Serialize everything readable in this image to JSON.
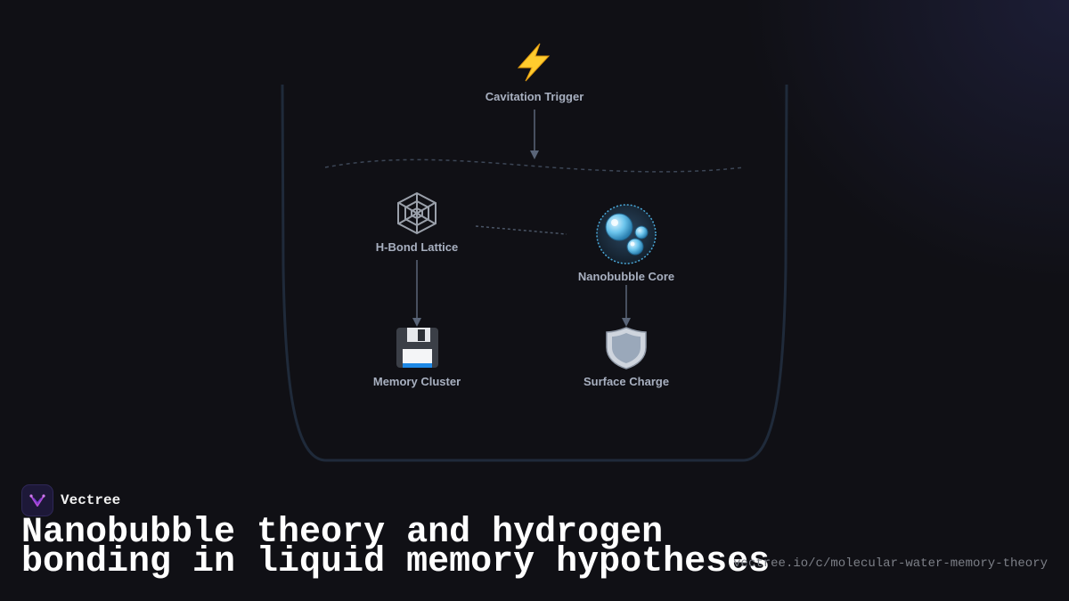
{
  "diagram": {
    "nodes": [
      {
        "id": "cavitation",
        "label": "Cavitation Trigger",
        "icon": "lightning-icon"
      },
      {
        "id": "hbond",
        "label": "H-Bond Lattice",
        "icon": "spiderweb-icon"
      },
      {
        "id": "nanobubble",
        "label": "Nanobubble Core",
        "icon": "bubbles-icon"
      },
      {
        "id": "memory",
        "label": "Memory Cluster",
        "icon": "floppy-disk-icon"
      },
      {
        "id": "surface",
        "label": "Surface Charge",
        "icon": "shield-icon"
      }
    ],
    "edges": [
      {
        "from": "cavitation",
        "to": "water-surface",
        "style": "solid-arrow"
      },
      {
        "from": "hbond",
        "to": "memory",
        "style": "solid-arrow"
      },
      {
        "from": "nanobubble",
        "to": "surface",
        "style": "solid-arrow"
      },
      {
        "from": "hbond",
        "to": "nanobubble",
        "style": "dashed"
      }
    ],
    "colors": {
      "background": "#101015",
      "container_stroke": "#1f2a3a",
      "connector": "#5a6578",
      "label": "#a8b0c0",
      "bubble_highlight": "#4aa8d8"
    }
  },
  "footer": {
    "brand": "Vectree",
    "brand_icon": "vectree-logo-icon",
    "headline_line1": "Nanobubble theory and hydrogen",
    "headline_line2": "bonding in liquid memory hypotheses",
    "url": "vectree.io/c/molecular-water-memory-theory"
  }
}
